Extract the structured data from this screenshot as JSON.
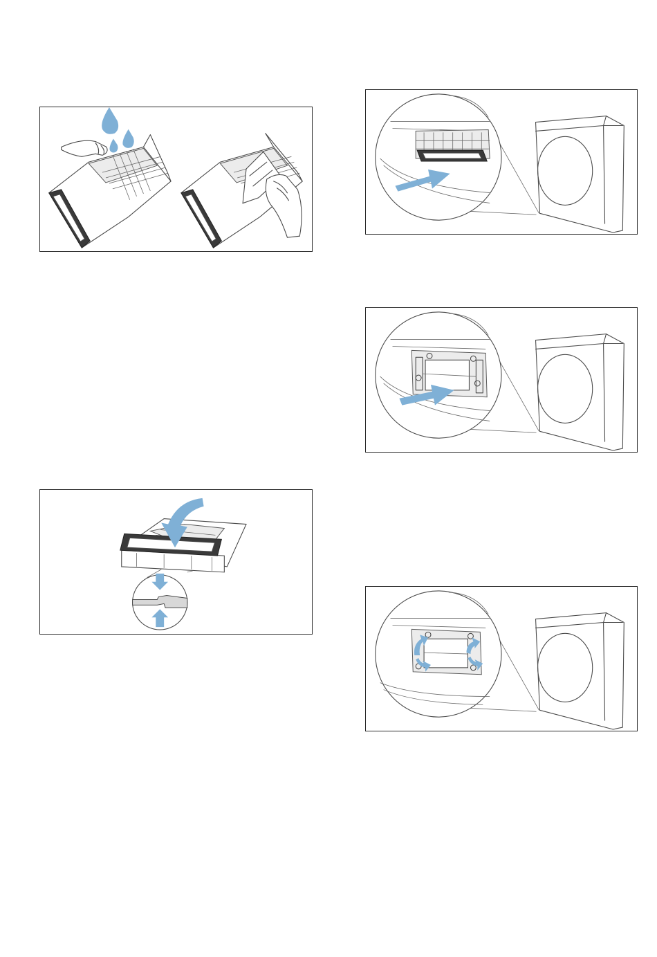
{
  "page": {
    "background": "#ffffff"
  },
  "colors": {
    "accent_blue": "#7fb0d6",
    "line": "#4a4a4a",
    "frame": "#2a2a2a"
  },
  "figures": [
    {
      "id": "wash",
      "icons": [
        "water-drop-icon",
        "hand-icon",
        "filter-icon",
        "cloth-icon"
      ]
    },
    {
      "id": "insert",
      "icons": [
        "dryer-icon",
        "magnifier-circle-icon",
        "arrow-right-icon",
        "filter-icon"
      ]
    },
    {
      "id": "slide",
      "icons": [
        "dryer-icon",
        "magnifier-circle-icon",
        "arrow-right-icon",
        "filter-frame-icon"
      ]
    },
    {
      "id": "close",
      "icons": [
        "filter-icon",
        "curved-arrow-icon",
        "arrow-down-icon",
        "arrow-up-icon",
        "magnifier-circle-icon"
      ]
    },
    {
      "id": "lock",
      "icons": [
        "dryer-icon",
        "magnifier-circle-icon",
        "rotate-lever-icon"
      ]
    }
  ]
}
